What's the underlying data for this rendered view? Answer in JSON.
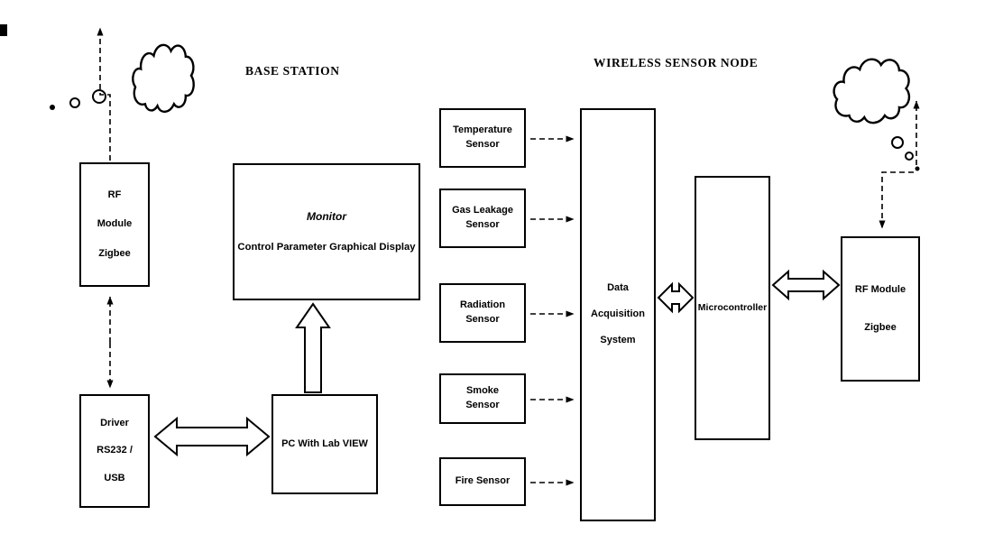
{
  "diagram": {
    "headings": {
      "base_station": "BASE STATION",
      "wireless_sensor_node": "WIRELESS SENSOR NODE"
    },
    "base_station": {
      "rf_module": {
        "lines": [
          "RF",
          "Module",
          "Zigbee"
        ]
      },
      "monitor": {
        "title": "Monitor",
        "subtitle": "Control Parameter Graphical Display"
      },
      "driver": {
        "lines": [
          "Driver",
          "RS232 /",
          "USB"
        ]
      },
      "pc": {
        "label": "PC With Lab VIEW"
      }
    },
    "wireless_sensor_node": {
      "sensors": [
        {
          "label": "Temperature Sensor"
        },
        {
          "label": "Gas Leakage Sensor"
        },
        {
          "label": "Radiation Sensor"
        },
        {
          "label": "Smoke Sensor"
        },
        {
          "label": "Fire Sensor"
        }
      ],
      "data_acquisition": {
        "lines": [
          "Data",
          "Acquisition",
          "System"
        ]
      },
      "microcontroller": {
        "label": "Microcontroller"
      },
      "rf_module": {
        "lines": [
          "RF Module",
          "Zigbee"
        ]
      }
    },
    "colors": {
      "line": "#000000",
      "background": "#ffffff"
    }
  }
}
